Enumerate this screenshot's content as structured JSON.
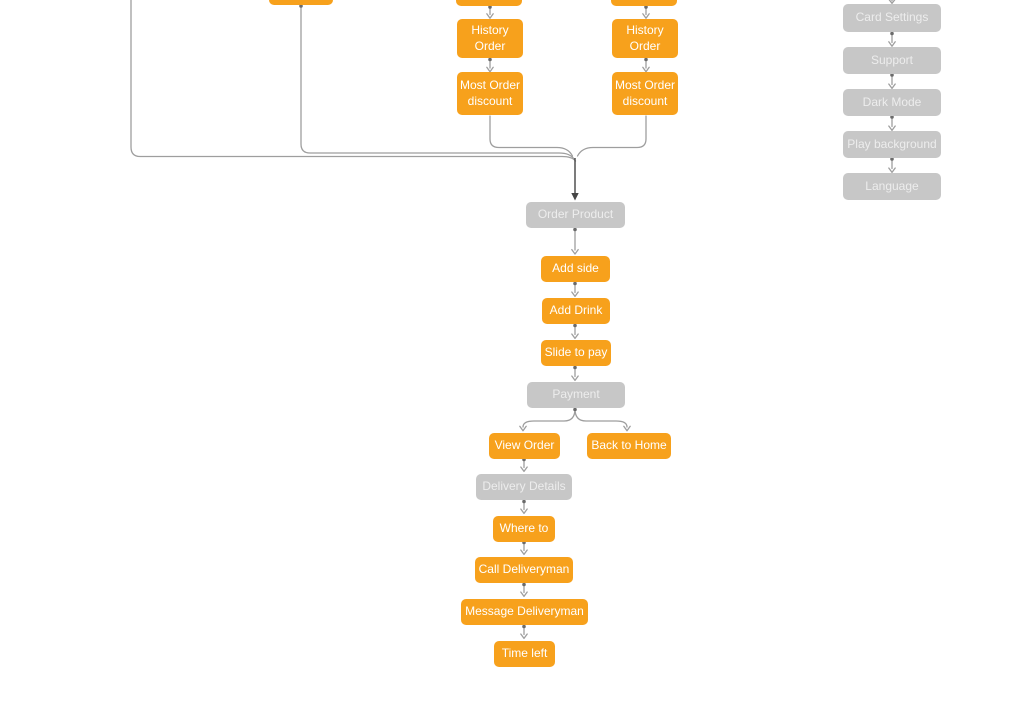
{
  "colors": {
    "node_orange": "#F7A11C",
    "node_gray": "#C7C7C7",
    "node_text_on_orange": "#FFFFFF",
    "node_text_on_gray": "#EDEDED",
    "connector": "#9E9E9E",
    "connector_dark": "#454545",
    "background": "#FFFFFF"
  },
  "nodes": {
    "history_order_1": "History\nOrder",
    "most_order_discount_1": "Most Order\ndiscount",
    "history_order_2": "History\nOrder",
    "most_order_discount_2": "Most Order\ndiscount",
    "card_settings": "Card Settings",
    "support": "Support",
    "dark_mode": "Dark Mode",
    "play_background": "Play background",
    "language": "Language",
    "order_product": "Order Product",
    "add_side": "Add side",
    "add_drink": "Add Drink",
    "slide_to_pay": "Slide to pay",
    "payment": "Payment",
    "view_order": "View Order",
    "back_to_home": "Back to Home",
    "delivery_details": "Delivery Details",
    "where_to": "Where to",
    "call_deliveryman": "Call Deliveryman",
    "message_deliveryman": "Message Deliveryman",
    "time_left": "Time left"
  },
  "edges": [
    {
      "from": "offscreen_left_branch",
      "to": "order_product"
    },
    {
      "from": "offscreen_top_box_a",
      "to": "order_product"
    },
    {
      "from": "offscreen_top_box_b",
      "to": "history_order_1"
    },
    {
      "from": "history_order_1",
      "to": "most_order_discount_1"
    },
    {
      "from": "most_order_discount_1",
      "to": "order_product"
    },
    {
      "from": "offscreen_top_box_c",
      "to": "history_order_2"
    },
    {
      "from": "history_order_2",
      "to": "most_order_discount_2"
    },
    {
      "from": "most_order_discount_2",
      "to": "order_product"
    },
    {
      "from": "offscreen_top",
      "to": "card_settings"
    },
    {
      "from": "card_settings",
      "to": "support"
    },
    {
      "from": "support",
      "to": "dark_mode"
    },
    {
      "from": "dark_mode",
      "to": "play_background"
    },
    {
      "from": "play_background",
      "to": "language"
    },
    {
      "from": "order_product",
      "to": "add_side"
    },
    {
      "from": "add_side",
      "to": "add_drink"
    },
    {
      "from": "add_drink",
      "to": "slide_to_pay"
    },
    {
      "from": "slide_to_pay",
      "to": "payment"
    },
    {
      "from": "payment",
      "to": "view_order"
    },
    {
      "from": "payment",
      "to": "back_to_home"
    },
    {
      "from": "view_order",
      "to": "delivery_details"
    },
    {
      "from": "delivery_details",
      "to": "where_to"
    },
    {
      "from": "where_to",
      "to": "call_deliveryman"
    },
    {
      "from": "call_deliveryman",
      "to": "message_deliveryman"
    },
    {
      "from": "message_deliveryman",
      "to": "time_left"
    }
  ]
}
